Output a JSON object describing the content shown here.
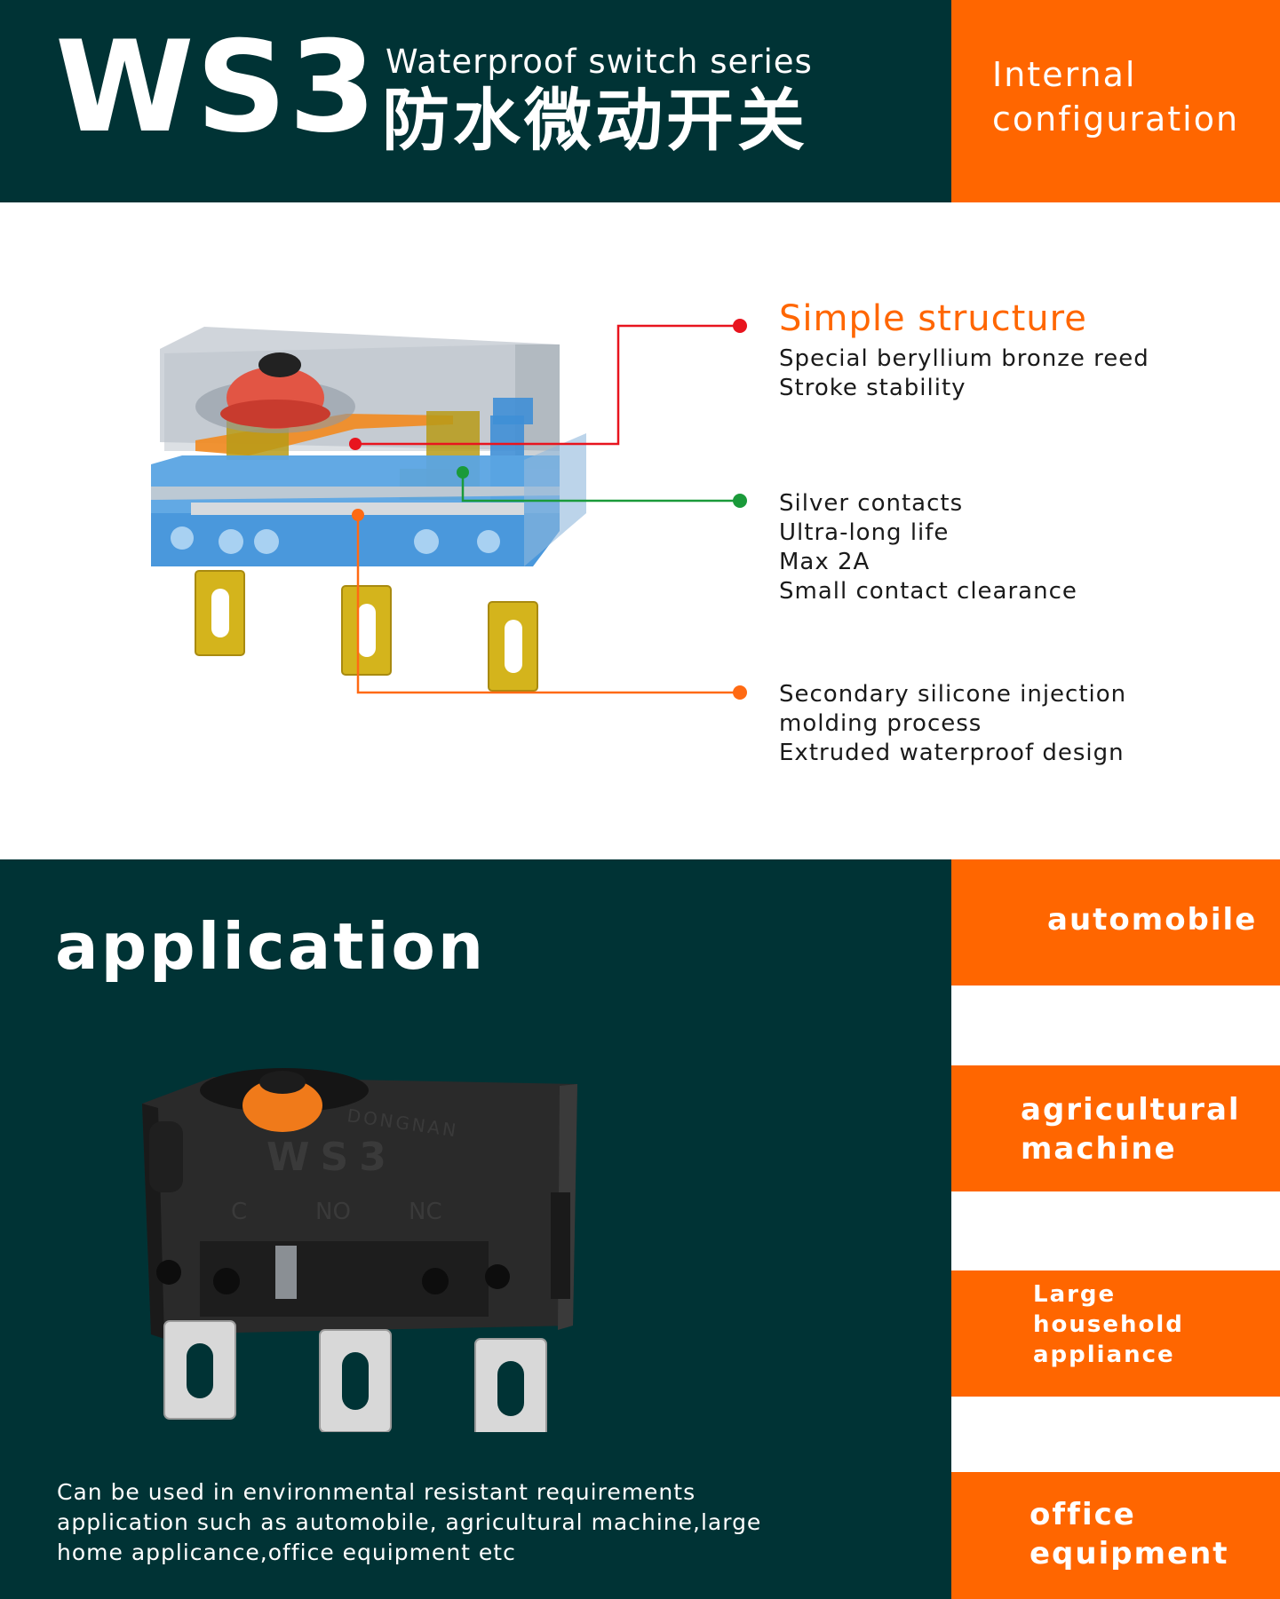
{
  "header": {
    "model": "WS3",
    "series_en": "Waterproof switch series",
    "series_cn": "防水微动开关",
    "config_line1": "Internal",
    "config_line2": "configuration"
  },
  "features": {
    "title": "Simple structure",
    "structure_lines": [
      "Special beryllium bronze reed",
      "Stroke stability"
    ],
    "contact_lines": [
      "Silver contacts",
      "Ultra-long life",
      "Max 2A",
      "Small contact clearance"
    ],
    "silicone_lines": [
      "Secondary silicone injection",
      "molding process",
      "Extruded waterproof design"
    ]
  },
  "colors": {
    "dark_teal": "#003335",
    "orange": "#ff6600",
    "callout_red": "#e8141e",
    "callout_green": "#1a9a3a",
    "callout_orange": "#ff6a13"
  },
  "application": {
    "title": "application",
    "desc_lines": [
      "Can be used in environmental resistant requirements",
      "application such as automobile, agricultural machine,large",
      "home applicance,office equipment etc"
    ],
    "tags": [
      {
        "lines": [
          "automobile"
        ]
      },
      {
        "lines": [
          "agricultural",
          "machine"
        ]
      },
      {
        "lines": [
          "Large",
          "household",
          "appliance"
        ]
      },
      {
        "lines": [
          "office",
          "equipment"
        ]
      }
    ]
  },
  "product_photo_markings": {
    "model": "WS3",
    "terminal_c": "C",
    "terminal_no": "NO",
    "terminal_nc": "NC",
    "brand": "DONGNAN"
  }
}
